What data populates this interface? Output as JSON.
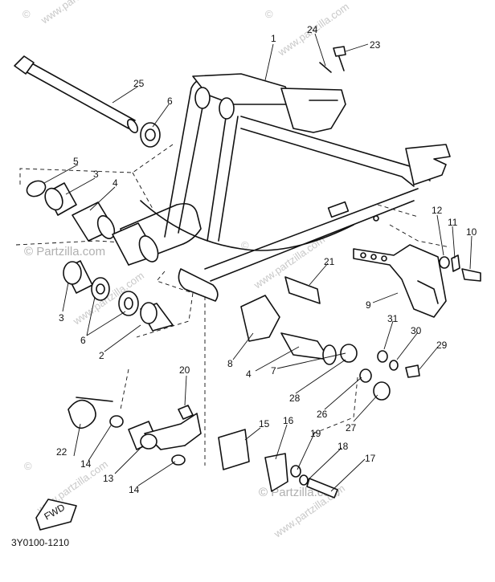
{
  "diagram": {
    "callouts": [
      "1",
      "2",
      "3",
      "3",
      "4",
      "4",
      "5",
      "6",
      "6",
      "7",
      "8",
      "9",
      "10",
      "11",
      "12",
      "13",
      "14",
      "14",
      "15",
      "16",
      "17",
      "18",
      "19",
      "20",
      "21",
      "22",
      "23",
      "24",
      "25",
      "26",
      "27",
      "28",
      "29",
      "30",
      "31"
    ],
    "part_code": "3Y0100-1210",
    "fwd_label": "FWD"
  },
  "watermarks": {
    "brand": "© Partzilla.com",
    "site": "www.partzilla.com",
    "symbol": "©"
  }
}
